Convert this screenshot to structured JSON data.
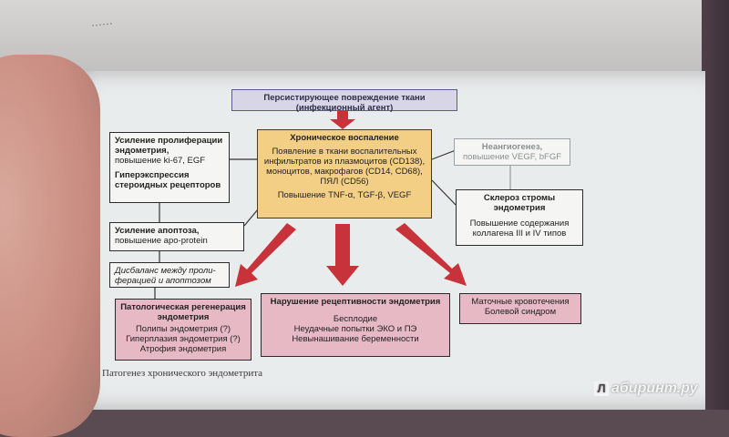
{
  "diagram": {
    "top": {
      "line1": "Персистирующее повреждение ткани",
      "line2": "(инфекционный агент)"
    },
    "center": {
      "title": "Хроническое воспаление",
      "l1": "Появление в ткани воспалительных",
      "l2": "инфильтратов из плазмоцитов (CD138),",
      "l3": "моноцитов, макрофагов (CD14, CD68),",
      "l4": "ПЯЛ (CD56)",
      "l5": "Повышение TNF-α, TGF-β, VEGF"
    },
    "prolif": {
      "t1": "Усиление пролиферации",
      "t2": "эндометрия,",
      "t3": "повышение ki-67, EGF",
      "t4": "Гиперэкспрессия",
      "t5": "стероидных рецепторов"
    },
    "apoptosis": {
      "t1": "Усиление апоптоза,",
      "t2": "повышение apo-protein"
    },
    "imbalance": {
      "t1": "Дисбаланс между проли-",
      "t2": "ферацией и апоптозом"
    },
    "angio": {
      "t1": "Неангиогенез,",
      "t2": "повышение VEGF, bFGF"
    },
    "sclerosis": {
      "t1": "Склероз стромы",
      "t2": "эндометрия",
      "t3": "Повышение содержания",
      "t4": "коллагена III и IV типов"
    },
    "pathreg": {
      "t1": "Патологическая регенерация",
      "t2": "эндометрия",
      "t3": "Полипы эндометрия (?)",
      "t4": "Гиперплазия эндометрия (?)",
      "t5": "Атрофия эндометрия"
    },
    "receptivity": {
      "t1": "Нарушение рецептивности эндометрия",
      "t2": "Бесплодие",
      "t3": "Неудачные попытки ЭКО и ПЭ",
      "t4": "Невынашивание беременности"
    },
    "bleeding": {
      "t1": "Маточные кровотечения",
      "t2": "Болевой синдром"
    }
  },
  "caption": "Патогенез хронического эндометрита",
  "watermark": "абиринт.ру",
  "watermark_logo": "Л",
  "colors": {
    "arrow": "#c8323a",
    "center_fill": "#f3cf86",
    "pink_fill": "#e7b9c4",
    "header_fill": "#d8d6e6"
  }
}
